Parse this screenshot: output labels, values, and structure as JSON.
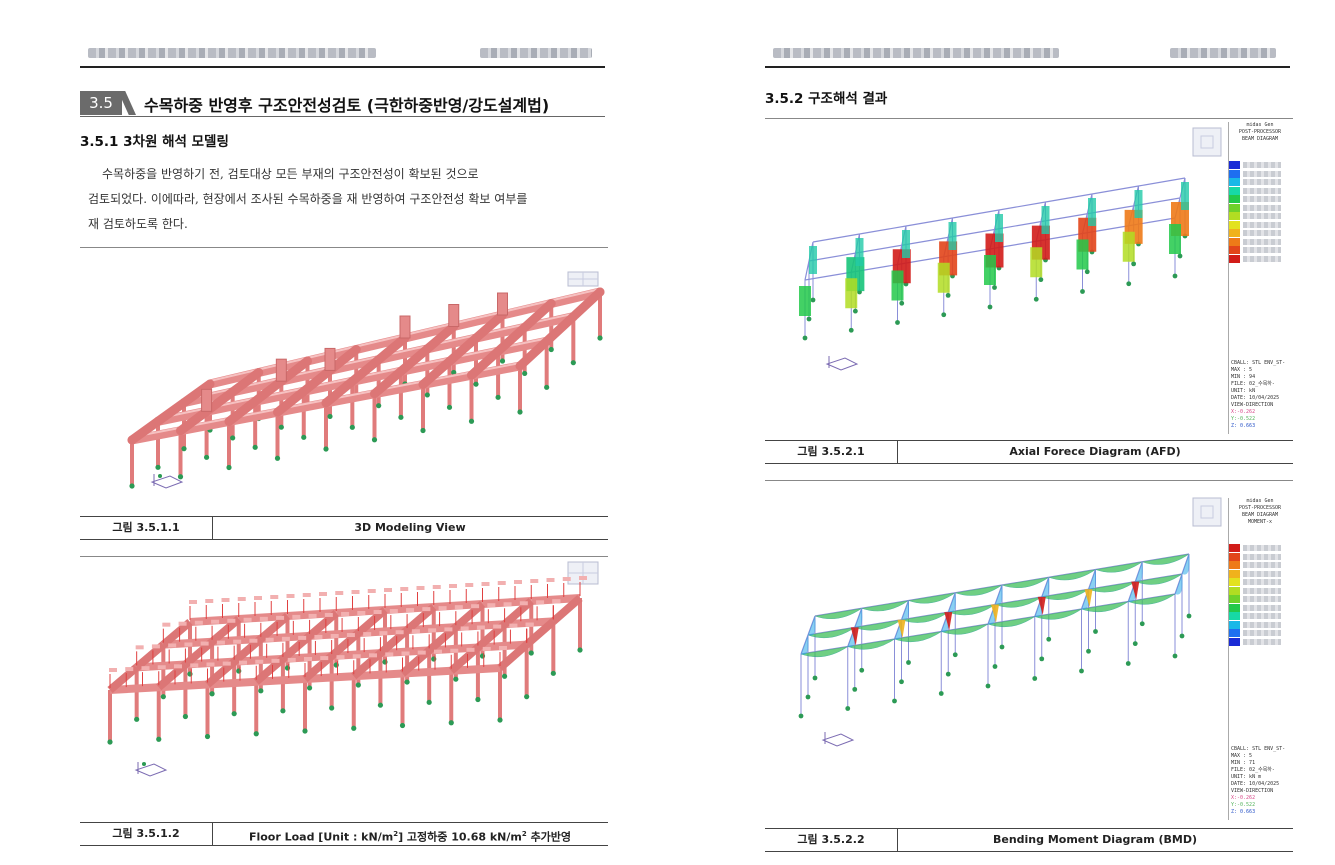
{
  "left_page": {
    "section_number": "3.5",
    "section_title": "수목하중 반영후 구조안전성검토 (극한하중반영/강도설계법)",
    "subsection_title": "3.5.1 3차원 해석 모델링",
    "paragraph_lines": [
      "수목하중을 반영하기 전, 검토대상 모든 부재의 구조안전성이 확보된 것으로",
      "검토되었다. 이에따라, 현장에서 조사된 수목하중을 재 반영하여 구조안전성 확보 여부를",
      "재 검토하도록 한다."
    ],
    "figures": [
      {
        "number": "그림 3.5.1.1",
        "caption": "3D Modeling View"
      },
      {
        "number": "그림 3.5.1.2",
        "caption_parts": [
          "Floor Load [Unit : kN/m",
          "2",
          "] 고정하중 10.68 kN/m",
          "2",
          " 추가반영"
        ]
      }
    ]
  },
  "right_page": {
    "subsection_title": "3.5.2 구조해석 결과",
    "figures": [
      {
        "number": "그림 3.5.2.1",
        "caption": "Axial Forece Diagram (AFD)"
      },
      {
        "number": "그림 3.5.2.2",
        "caption": "Bending Moment Diagram (BMD)"
      }
    ],
    "legend_afd": {
      "title_lines": [
        "midas Gen",
        "POST-PROCESSOR",
        "BEAM DIAGRAM"
      ],
      "info_lines": [
        "CBALL: STL ENV_ST-",
        "MAX : 5",
        "MIN : 94",
        "FILE: 02_수목하-",
        "UNIT: kN",
        "DATE: 10/04/2025",
        "VIEW-DIRECTION",
        "X:-0.262",
        "Y:-0.522",
        "Z: 0.663"
      ],
      "colors": [
        "#1a2bd6",
        "#1e6ff0",
        "#19b8e8",
        "#17d9a6",
        "#22c94a",
        "#6fd12a",
        "#b2dd22",
        "#e3e21f",
        "#f0b21c",
        "#ee7a18",
        "#e2451a",
        "#d21c18"
      ]
    },
    "legend_bmd": {
      "title_lines": [
        "midas Gen",
        "POST-PROCESSOR",
        "BEAM DIAGRAM",
        "MOMENT-x"
      ],
      "info_lines": [
        "CBALL: STL ENV_ST-",
        "MAX : 5",
        "MIN : 71",
        "FILE: 02_수목하-",
        "UNIT: kN m",
        "DATE: 10/04/2025",
        "VIEW-DIRECTION",
        "X:-0.262",
        "Y:-0.522",
        "Z: 0.663"
      ],
      "colors": [
        "#d21c18",
        "#e2451a",
        "#ee7a18",
        "#f0b21c",
        "#e3e21f",
        "#b2dd22",
        "#6fd12a",
        "#22c94a",
        "#17d9a6",
        "#19b8e8",
        "#1e6ff0",
        "#1a2bd6"
      ]
    }
  }
}
